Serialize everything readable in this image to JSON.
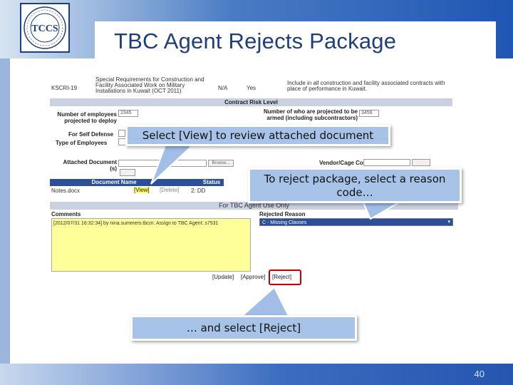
{
  "slide": {
    "title": "TBC Agent Rejects Package",
    "page_number": "40",
    "logo_text": "TCCS"
  },
  "form": {
    "row1_code": "KSCRI-19",
    "row1_desc": "Special Requirements for Construction and Facility Associated Work on Military Installations in Kuwait (OCT 2011)",
    "row1_na": "N/A",
    "row1_yes": "Yes",
    "row1_note": "Include in all construction and facility associated contracts with place of performance in Kuwait.",
    "risk_level_header": "Contract Risk Level",
    "employees_label": "Number of employees projected to deploy",
    "employees_value": "2345",
    "armed_label": "Number of who are projected to be armed (including subcontractors)",
    "armed_value": "3456",
    "self_defense_label": "For Self Defense",
    "type_employees_label": "Type of Employees",
    "attached_doc_label": "Attached Document (s)",
    "browse_label": "Browse...",
    "vendor_label": "Vendor/Cage Code",
    "doc_table": {
      "col_name": "Document Name",
      "col_status": "Status",
      "row_name": "Notes.docx",
      "row_view": "[View]",
      "row_delete": "[Delete]",
      "row_status": "2: DD"
    },
    "tbc_use_only": "For TBC Agent Use Only",
    "comments_label": "Comments",
    "comment_text": "[2012/07/31 16:32:34] by nina.summers.tbcm: Assign to TBC Agent: s7531",
    "rejected_reason_label": "Rejected Reason",
    "rejected_reason_value": "C - Missing Clauses",
    "update_link": "[Update]",
    "approve_link": "[Approve]",
    "reject_link": "[Reject]"
  },
  "callouts": {
    "view": "Select [View] to review attached document",
    "reason": "To reject package, select a reason code…",
    "reject": "… and select [Reject]"
  },
  "colors": {
    "title": "#1f3f7a",
    "callout_fill": "#a0bee6",
    "reject_highlight": "#c00000",
    "comments_fill": "#ffff99",
    "table_header": "#2b4f9a"
  }
}
